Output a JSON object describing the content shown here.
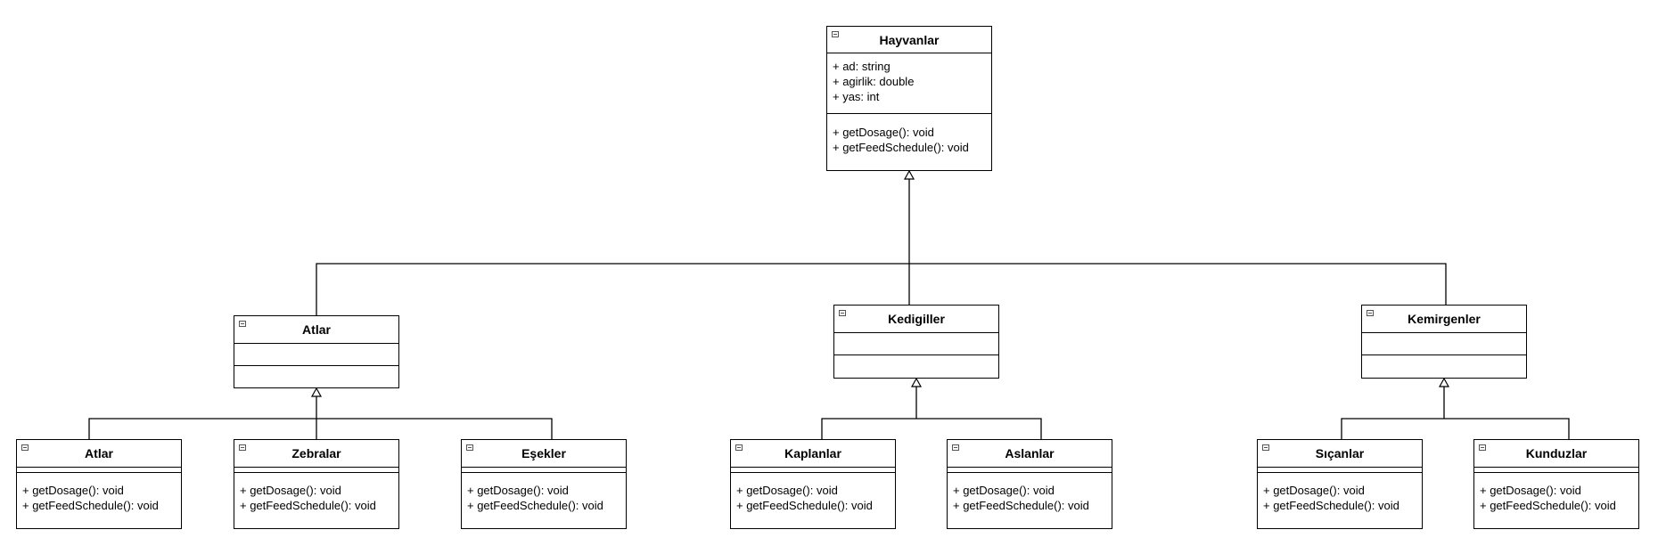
{
  "diagram": {
    "root": {
      "name": "Hayvanlar",
      "attributes": [
        "+ ad: string",
        "+ agirlik: double",
        "+ yas: int"
      ],
      "methods": [
        "+ getDosage(): void",
        "+ getFeedSchedule(): void"
      ]
    },
    "groups": [
      {
        "name": "Atlar",
        "attributes": [],
        "methods": [],
        "children": [
          {
            "name": "Atlar",
            "methods": [
              "+ getDosage(): void",
              "+ getFeedSchedule(): void"
            ]
          },
          {
            "name": "Zebralar",
            "methods": [
              "+ getDosage(): void",
              "+ getFeedSchedule(): void"
            ]
          },
          {
            "name": "Eşekler",
            "methods": [
              "+ getDosage(): void",
              "+ getFeedSchedule(): void"
            ]
          }
        ]
      },
      {
        "name": "Kedigiller",
        "attributes": [],
        "methods": [],
        "children": [
          {
            "name": "Kaplanlar",
            "methods": [
              "+ getDosage(): void",
              "+ getFeedSchedule(): void"
            ]
          },
          {
            "name": "Aslanlar",
            "methods": [
              "+ getDosage(): void",
              "+ getFeedSchedule(): void"
            ]
          }
        ]
      },
      {
        "name": "Kemirgenler",
        "attributes": [],
        "methods": [],
        "children": [
          {
            "name": "Sıçanlar",
            "methods": [
              "+ getDosage(): void",
              "+ getFeedSchedule(): void"
            ]
          },
          {
            "name": "Kunduzlar",
            "methods": [
              "+ getDosage(): void",
              "+ getFeedSchedule(): void"
            ]
          }
        ]
      }
    ],
    "colors": {
      "line": "#000000",
      "box_fill": "#ffffff",
      "icon": "#555555"
    },
    "icons": {
      "collapse": "collapse-minus-icon",
      "arrow": "hollow-triangle-arrowhead"
    }
  }
}
